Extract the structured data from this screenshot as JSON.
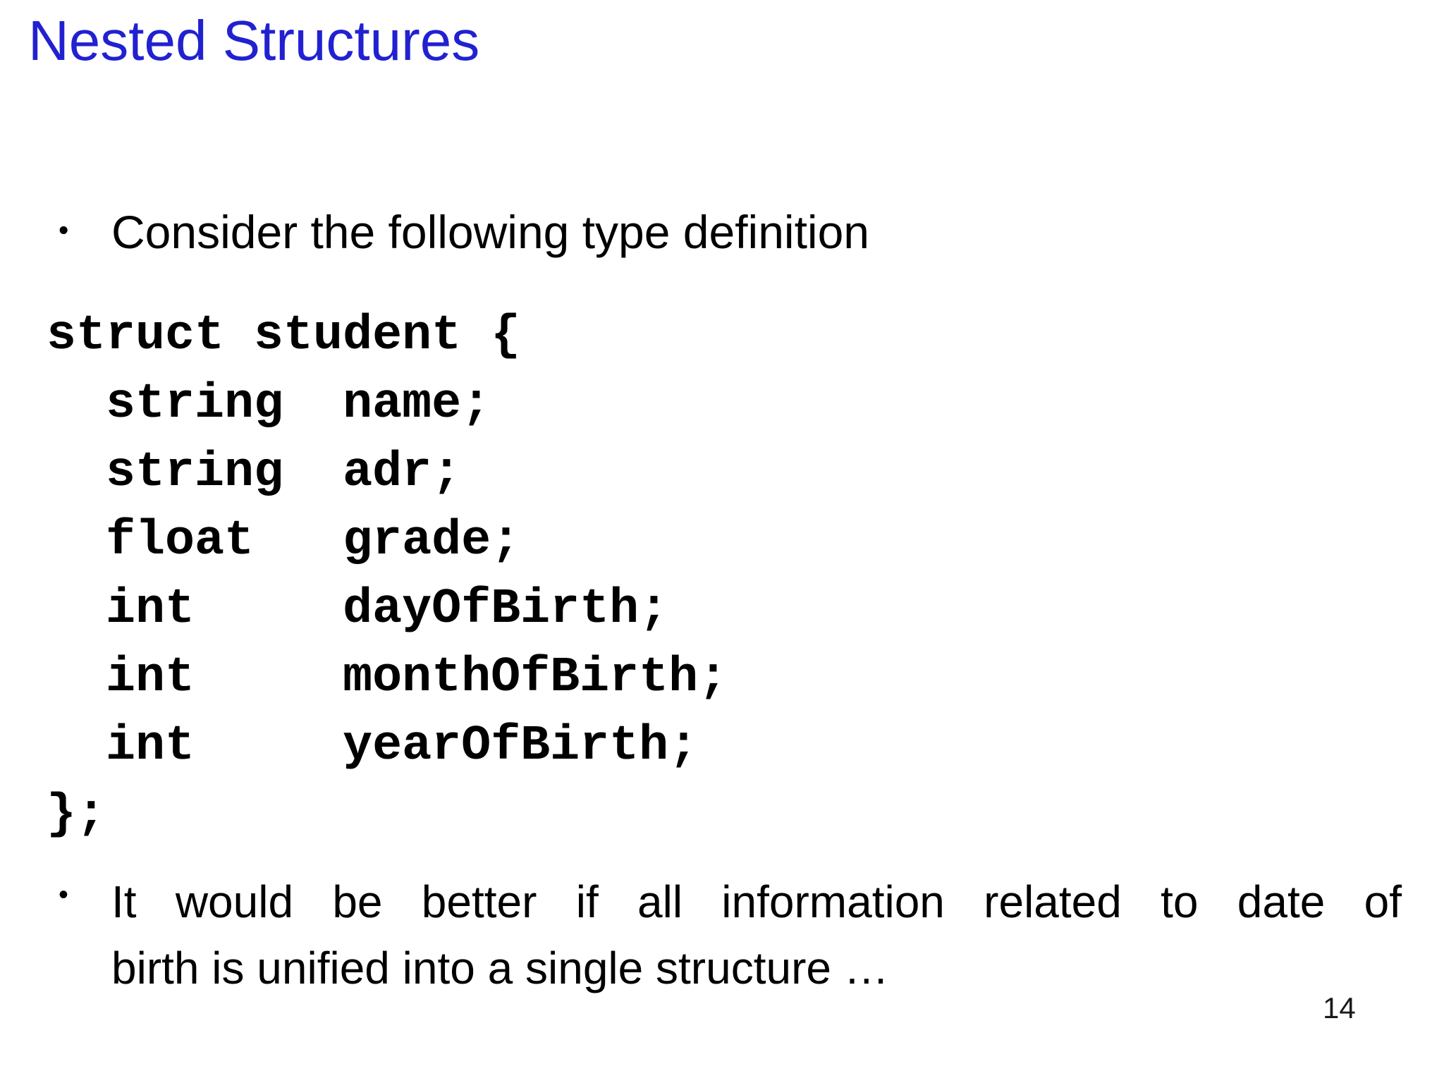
{
  "slide": {
    "title": "Nested Structures",
    "page_number": "14"
  },
  "bullets": {
    "marker": "•",
    "first": "Consider the following type definition",
    "second": {
      "line1": "It would be better if all information related to date of",
      "line2": "birth is unified into a single structure …"
    }
  },
  "code": {
    "lines": [
      "struct student {",
      "  string  name;",
      "  string  adr;",
      "  float   grade;",
      "  int     dayOfBirth;",
      "  int     monthOfBirth;",
      "  int     yearOfBirth;",
      "};"
    ]
  },
  "colors": {
    "title": "#2121d1",
    "body_text": "#000000",
    "background": "#ffffff"
  }
}
